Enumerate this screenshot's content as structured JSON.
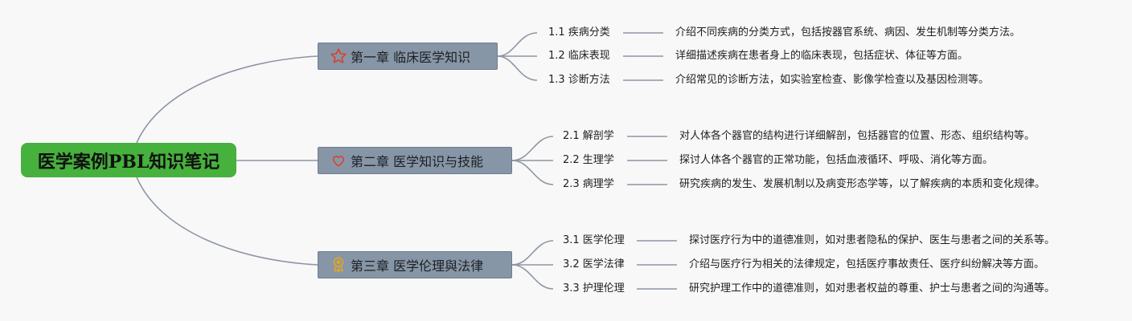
{
  "root": {
    "title": "医学案例PBL知识笔记"
  },
  "chapters": [
    {
      "title": "第一章 临床医学知识",
      "icon": "star-icon",
      "items": [
        {
          "label": "1.1 疾病分类",
          "desc": "介绍不同疾病的分类方式，包括按器官系统、病因、发生机制等分类方法。"
        },
        {
          "label": "1.2 临床表现",
          "desc": "详细描述疾病在患者身上的临床表现，包括症状、体征等方面。"
        },
        {
          "label": "1.3 诊断方法",
          "desc": "介绍常见的诊断方法，如实验室检查、影像学检查以及基因检测等。"
        }
      ]
    },
    {
      "title": "第二章 医学知识与技能",
      "icon": "heart-icon",
      "items": [
        {
          "label": "2.1 解剖学",
          "desc": "对人体各个器官的结构进行详细解剖，包括器官的位置、形态、组织结构等。"
        },
        {
          "label": "2.2 生理学",
          "desc": "探讨人体各个器官的正常功能，包括血液循环、呼吸、消化等方面。"
        },
        {
          "label": "2.3 病理学",
          "desc": "研究疾病的发生、发展机制以及病变形态学等，以了解疾病的本质和变化规律。"
        }
      ]
    },
    {
      "title": "第三章 医学伦理與法律",
      "icon": "award-ribbon-icon",
      "items": [
        {
          "label": "3.1 医学伦理",
          "desc": "探讨医疗行为中的道德准则，如对患者隐私的保护、医生与患者之间的关系等。"
        },
        {
          "label": "3.2 医学法律",
          "desc": "介绍与医疗行为相关的法律规定，包括医疗事故责任、医疗纠纷解决等方面。"
        },
        {
          "label": "3.3 护理伦理",
          "desc": "研究护理工作中的道德准则，如对患者权益的尊重、护士与患者之间的沟通等。"
        }
      ]
    }
  ],
  "colors": {
    "root": "#46b13c",
    "chapter": "#8796a6",
    "line": "#8e96a3",
    "star": "#d9412f",
    "heart": "#d9412f",
    "award": "#e0a526"
  }
}
